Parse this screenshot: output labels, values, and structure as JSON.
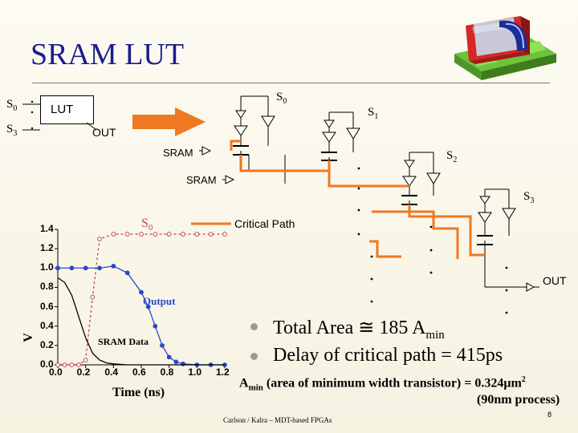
{
  "slide": {
    "title": "SRAM LUT",
    "page_number": "8",
    "footer": "Carlson / Kalra – MDT-based FPGAs"
  },
  "diagram": {
    "lut_block": {
      "label": "LUT",
      "output": "OUT",
      "inputs": [
        "S",
        "S"
      ],
      "input_subs": [
        "0",
        "3"
      ]
    },
    "selects": [
      {
        "symbol": "S",
        "sub": "0"
      },
      {
        "symbol": "S",
        "sub": "1"
      },
      {
        "symbol": "S",
        "sub": "2"
      },
      {
        "symbol": "S",
        "sub": "3"
      }
    ],
    "sram_labels": [
      "SRAM",
      "SRAM"
    ],
    "output_label": "OUT",
    "legend": {
      "critical_path": "Critical Path"
    },
    "colors": {
      "critical_path": "#f07820",
      "wire": "#000000",
      "arrow": "#f07820"
    },
    "icons": [
      "transistor-3d-icon",
      "right-arrow-icon"
    ]
  },
  "bullets": [
    {
      "text": "Total Area ≅ 185 A",
      "sub": "min"
    },
    {
      "text": "Delay of critical path = 415ps",
      "sub": ""
    }
  ],
  "note": {
    "symbol": "A",
    "sub": "min",
    "text": " (area of minimum width transistor) = 0.324μm",
    "sup": "2",
    "line2": "(90nm process)"
  },
  "chart_data": {
    "type": "line",
    "xlabel": "Time (ns)",
    "ylabel": "V",
    "xlim": [
      0.0,
      1.2
    ],
    "ylim": [
      0.0,
      1.4
    ],
    "xticks": [
      "0.0",
      "0.2",
      "0.4",
      "0.6",
      "0.8",
      "1.0",
      "1.2"
    ],
    "yticks": [
      "0.0",
      "0.2",
      "0.4",
      "0.6",
      "0.8",
      "1.0",
      "1.2",
      "1.4"
    ],
    "annotations": [
      "SRAM Data"
    ],
    "series": [
      {
        "name": "S",
        "name_sub": "0",
        "color": "#c04848",
        "marker": "circle-open",
        "x": [
          0.0,
          0.05,
          0.1,
          0.15,
          0.2,
          0.25,
          0.3,
          0.4,
          0.5,
          0.6,
          0.7,
          0.8,
          0.9,
          1.0,
          1.1,
          1.2
        ],
        "y": [
          0.0,
          0.0,
          0.0,
          0.0,
          0.05,
          0.7,
          1.3,
          1.35,
          1.35,
          1.35,
          1.35,
          1.35,
          1.35,
          1.35,
          1.35,
          1.35
        ]
      },
      {
        "name": "Output",
        "name_sub": "",
        "color": "#2848c8",
        "marker": "circle-filled",
        "x": [
          0.0,
          0.1,
          0.2,
          0.3,
          0.4,
          0.5,
          0.6,
          0.65,
          0.7,
          0.75,
          0.8,
          0.85,
          0.9,
          1.0,
          1.1,
          1.2
        ],
        "y": [
          1.0,
          1.0,
          1.0,
          1.0,
          1.02,
          0.95,
          0.75,
          0.6,
          0.4,
          0.2,
          0.08,
          0.03,
          0.01,
          0.0,
          0.0,
          0.0
        ]
      },
      {
        "name": "SRAM Data",
        "name_sub": "",
        "color": "#000000",
        "marker": "none",
        "x": [
          0.0,
          0.05,
          0.1,
          0.15,
          0.2,
          0.25,
          0.3,
          0.35,
          0.4,
          0.5,
          0.6,
          0.8,
          1.0,
          1.2
        ],
        "y": [
          0.9,
          0.85,
          0.72,
          0.5,
          0.28,
          0.12,
          0.05,
          0.02,
          0.01,
          0.0,
          0.0,
          0.0,
          0.0,
          0.0
        ]
      }
    ]
  }
}
